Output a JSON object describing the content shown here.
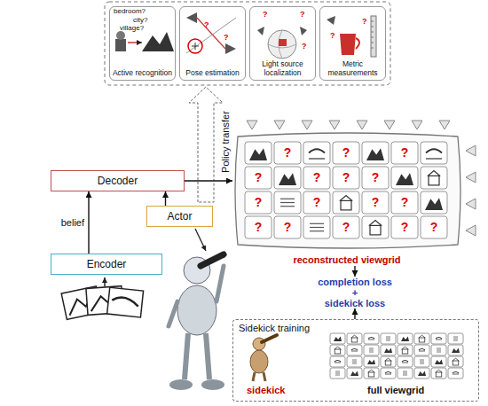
{
  "diagram": {
    "nodes": [
      {
        "text": [
          "Active recognition"
        ]
      },
      {
        "text": [
          "Pose estimation"
        ]
      },
      {
        "text": [
          "Light source localization"
        ]
      },
      {
        "text": [
          "Metric measurements"
        ]
      },
      {
        "text": [
          "Decoder"
        ]
      },
      {
        "text": [
          "Actor"
        ]
      },
      {
        "text": [
          "Encoder"
        ]
      },
      {
        "text": [
          "reconstructed viewgrid"
        ]
      },
      {
        "text": [
          "completion loss",
          "+",
          "sidekick loss"
        ]
      },
      {
        "text": [
          "Sidekick training"
        ]
      }
    ],
    "edges": [
      {
        "from": 6,
        "to": 4,
        "label": "belief",
        "arrow": "to"
      },
      {
        "from": 5,
        "to": 4,
        "arrow": "to"
      },
      {
        "from": 4,
        "to": 7,
        "arrow": "to"
      },
      {
        "from": 7,
        "to": 8,
        "arrow": "to"
      },
      {
        "from": 9,
        "to": 8,
        "arrow": "to"
      }
    ],
    "labels": [
      "bedroom?",
      "city?",
      "village?",
      "Policy transfer",
      "sidekick",
      "full viewgrid",
      "?",
      "?",
      "?",
      "?",
      "?",
      "?",
      "?",
      "?",
      "?",
      "?",
      "?",
      "?",
      "?",
      "?",
      "?",
      "?",
      "?",
      "?",
      "?",
      "?",
      "?",
      "?",
      "?"
    ]
  }
}
